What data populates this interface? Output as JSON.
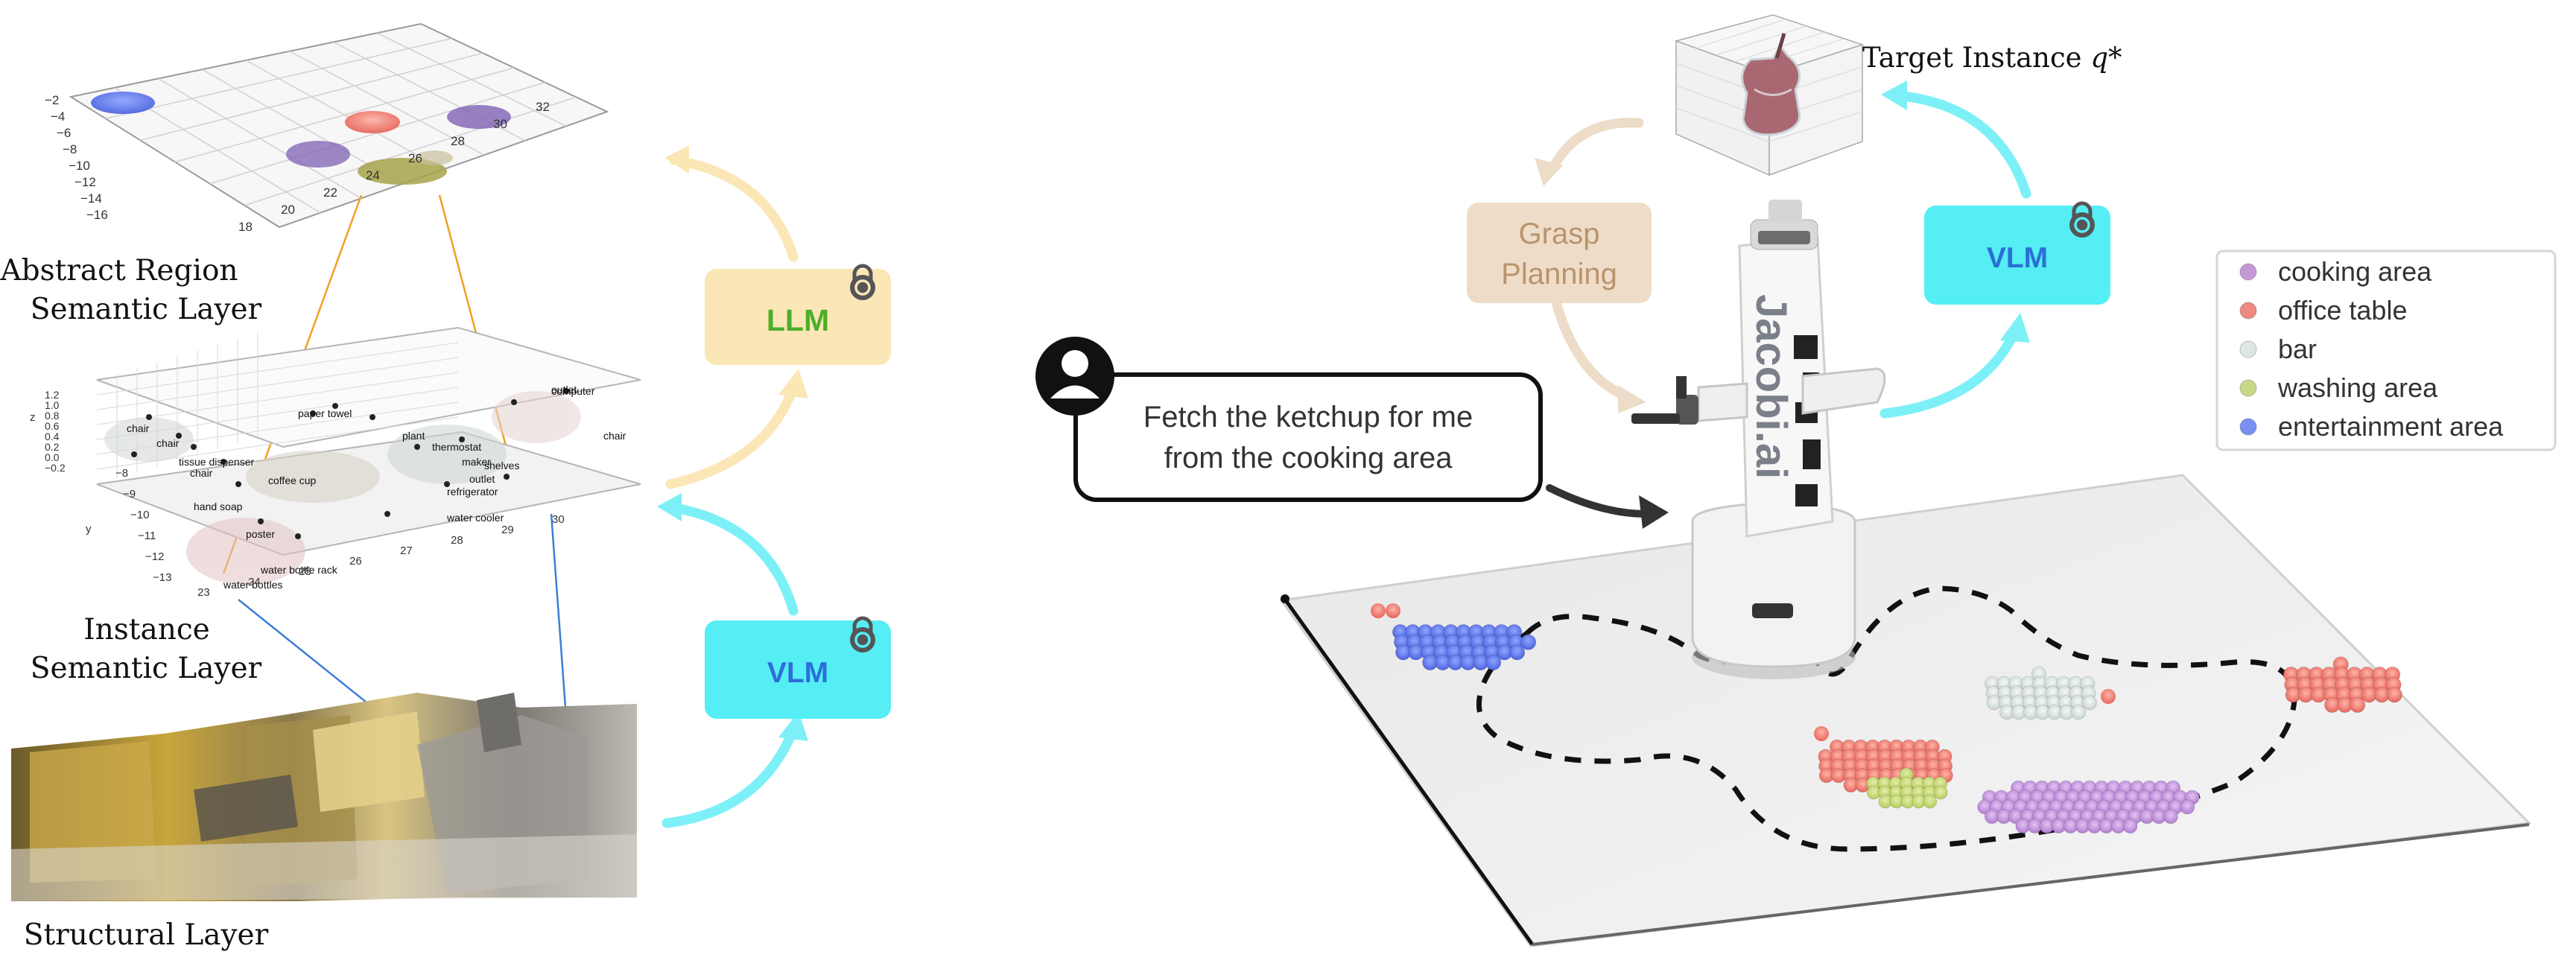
{
  "left_panel": {
    "abstract_layer": {
      "label_line1": "Abstract Region",
      "label_line2": "Semantic Layer",
      "y_ticks": [
        "−2",
        "−4",
        "−6",
        "−8",
        "−10",
        "−12",
        "−14",
        "−16"
      ],
      "x_ticks": [
        "18",
        "20",
        "22",
        "24",
        "26",
        "28",
        "30",
        "32"
      ]
    },
    "instance_layer": {
      "label_line1": "Instance",
      "label_line2": "Semantic Layer",
      "z_axis_label": "z",
      "z_ticks": [
        "1.2",
        "1.0",
        "0.8",
        "0.6",
        "0.4",
        "0.2",
        "0.0",
        "−0.2"
      ],
      "y_axis_label": "y",
      "y_ticks": [
        "−8",
        "−9",
        "−10",
        "−11",
        "−12",
        "−13"
      ],
      "x_ticks": [
        "23",
        "24",
        "25",
        "26",
        "27",
        "28",
        "29",
        "30"
      ],
      "object_labels": [
        "chair",
        "chair",
        "tissue dispenser",
        "coffee cup",
        "plant",
        "thermostat",
        "shelves",
        "outlet",
        "outlet",
        "refrigerator",
        "poster",
        "water cooler",
        "water bottles",
        "water bottle rack",
        "hand soap",
        "computer",
        "chair",
        "paper towel",
        "maker",
        "chair"
      ]
    },
    "structural_layer": {
      "label": "Structural Layer"
    }
  },
  "models": {
    "llm_label": "LLM",
    "vlm_left_label": "VLM",
    "vlm_right_label": "VLM",
    "grasp_line1": "Grasp",
    "grasp_line2": "Planning"
  },
  "instruction": {
    "line1": "Fetch the ketchup for me",
    "line2": "from the cooking area"
  },
  "target": {
    "label_text": "Target Instance ",
    "label_var": "q*"
  },
  "robot": {
    "brand": "Jacobi.ai"
  },
  "legend": {
    "items": [
      {
        "label": "cooking area",
        "color": "#c49ad6"
      },
      {
        "label": "office table",
        "color": "#ec8a82"
      },
      {
        "label": "bar",
        "color": "#dfe7e3"
      },
      {
        "label": "washing area",
        "color": "#c8d986"
      },
      {
        "label": "entertainment area",
        "color": "#7b8ff0"
      }
    ]
  },
  "colors": {
    "llm_box": "#fbe6b6",
    "llm_text": "#4caf2a",
    "vlm_box": "#55eef5",
    "vlm_text": "#2b6fd6",
    "grasp_box": "#efdcc8",
    "grasp_text": "#b8946c",
    "arrow_yellow": "#fbe6b6",
    "arrow_cyan": "#7df0f7",
    "arrow_beige": "#ecdcc8",
    "abstract_connectors": "#f0a020",
    "structural_connectors": "#3b7fd6"
  }
}
